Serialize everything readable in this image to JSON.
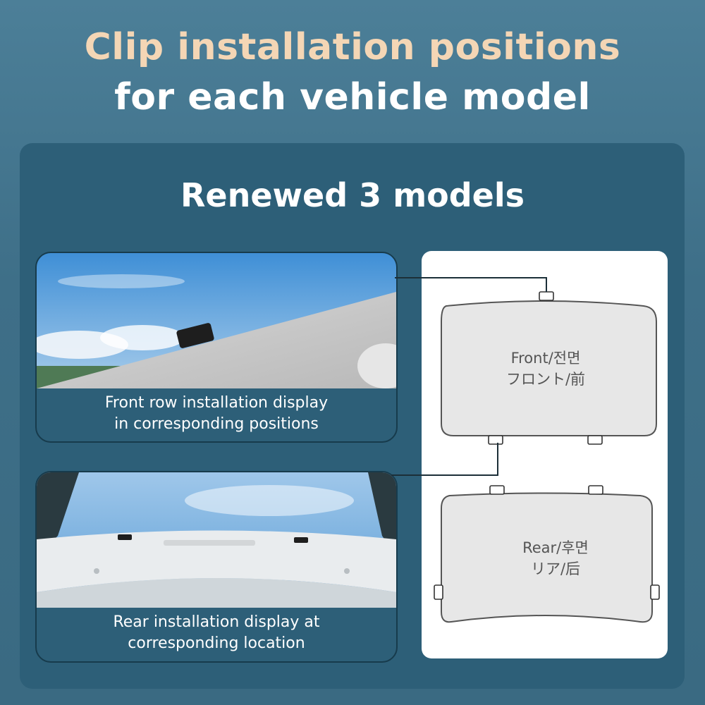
{
  "header": {
    "title_line1": "Clip installation positions",
    "title_line2": "for each vehicle model"
  },
  "panel": {
    "title": "Renewed 3 models"
  },
  "front_photo": {
    "caption_line1": "Front row installation display",
    "caption_line2": "in corresponding positions"
  },
  "rear_photo": {
    "caption_line1": "Rear installation display at",
    "caption_line2": "corresponding location"
  },
  "diagram": {
    "front_label_line1": "Front/전면",
    "front_label_line2": "フロント/前",
    "rear_label_line1": "Rear/후면",
    "rear_label_line2": "リア/后"
  },
  "colors": {
    "headline_accent": "#f4d6b5",
    "panel": "#2d5f78",
    "card_border": "#173b4c"
  }
}
